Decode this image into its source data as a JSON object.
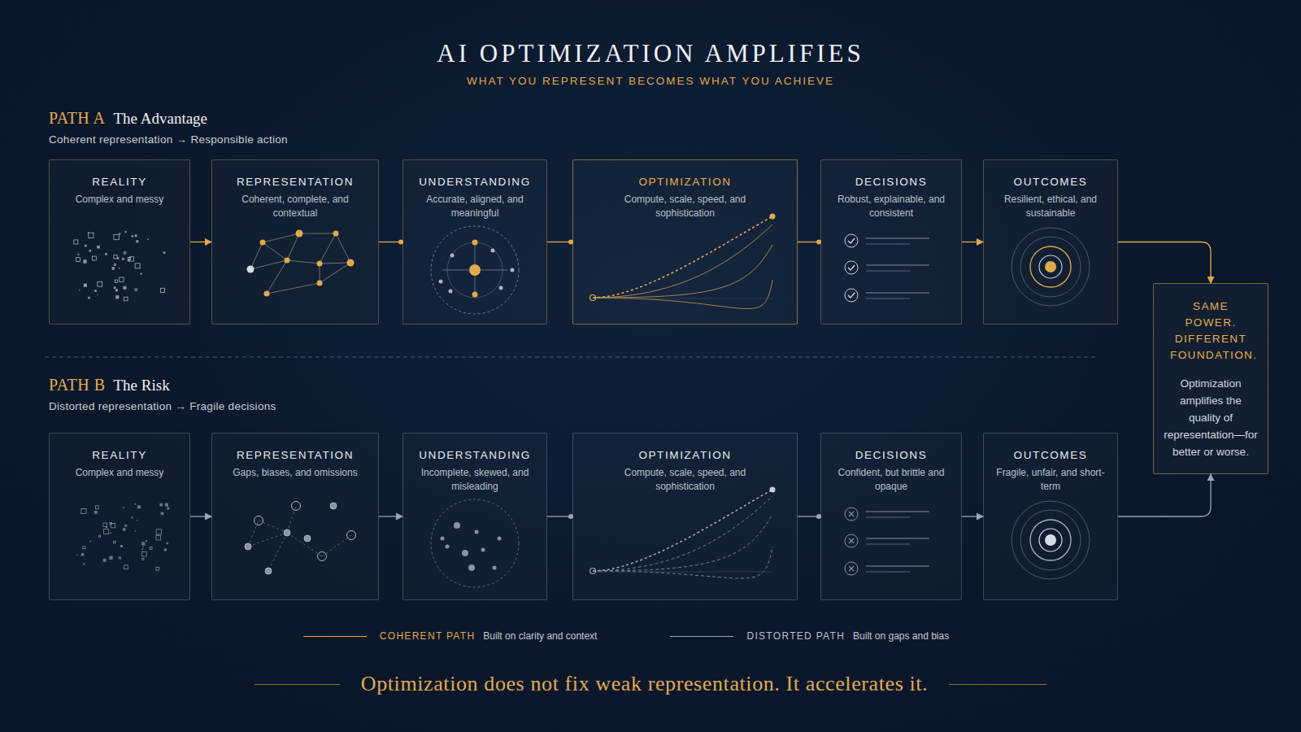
{
  "diagram": {
    "title": "AI OPTIMIZATION AMPLIFIES",
    "caption": "Optimization does not fix weak representation. It accelerates it.",
    "nodes": [
      {
        "text": [
          "REALITY",
          "Complex and messy"
        ]
      },
      {
        "text": [
          "REPRESENTATION",
          "Coherent, complete, and contextual"
        ]
      },
      {
        "text": [
          "UNDERSTANDING",
          "Accurate, aligned, and meaningful"
        ]
      },
      {
        "text": [
          "OPTIMIZATION",
          "Compute, scale, speed, and sophistication"
        ]
      },
      {
        "text": [
          "DECISIONS",
          "Robust, explainable, and consistent"
        ]
      },
      {
        "text": [
          "OUTCOMES",
          "Resilient, ethical, and sustainable"
        ]
      },
      {
        "text": [
          "REALITY",
          "Complex and messy"
        ]
      },
      {
        "text": [
          "REPRESENTATION",
          "Gaps, biases, and omissions"
        ]
      },
      {
        "text": [
          "UNDERSTANDING",
          "Incomplete, skewed, and misleading"
        ]
      },
      {
        "text": [
          "OPTIMIZATION",
          "Compute, scale, speed, and sophistication"
        ]
      },
      {
        "text": [
          "DECISIONS",
          "Confident, but brittle and opaque"
        ]
      },
      {
        "text": [
          "OUTCOMES",
          "Fragile, unfair, and short-term"
        ]
      },
      {
        "text": [
          "SAME POWER. DIFFERENT FOUNDATION.",
          "Optimization amplifies the quality of representation—for better or worse."
        ]
      }
    ],
    "edges": [
      {
        "from": 0,
        "to": 1,
        "arrow": "to"
      },
      {
        "from": 1,
        "to": 2,
        "arrow": "none"
      },
      {
        "from": 2,
        "to": 3,
        "arrow": "none"
      },
      {
        "from": 3,
        "to": 4,
        "arrow": "none"
      },
      {
        "from": 4,
        "to": 5,
        "arrow": "to"
      },
      {
        "from": 6,
        "to": 7,
        "arrow": "to"
      },
      {
        "from": 7,
        "to": 8,
        "arrow": "to"
      },
      {
        "from": 8,
        "to": 9,
        "arrow": "none"
      },
      {
        "from": 9,
        "to": 10,
        "arrow": "none"
      },
      {
        "from": 10,
        "to": 11,
        "arrow": "to"
      },
      {
        "from": 5,
        "to": 12,
        "arrow": "to"
      },
      {
        "from": 11,
        "to": 12,
        "arrow": "to"
      }
    ],
    "labels": [
      "WHAT YOU REPRESENT BECOMES WHAT YOU ACHIEVE",
      "PATH A",
      "The Advantage",
      "Coherent representation → Responsible action",
      "PATH B",
      "The Risk",
      "Distorted representation → Fragile decisions",
      "Built on clarity and context",
      "Built on gaps and bias"
    ],
    "legend": [
      {
        "text": "COHERENT PATH"
      },
      {
        "text": "DISTORTED PATH"
      }
    ]
  }
}
